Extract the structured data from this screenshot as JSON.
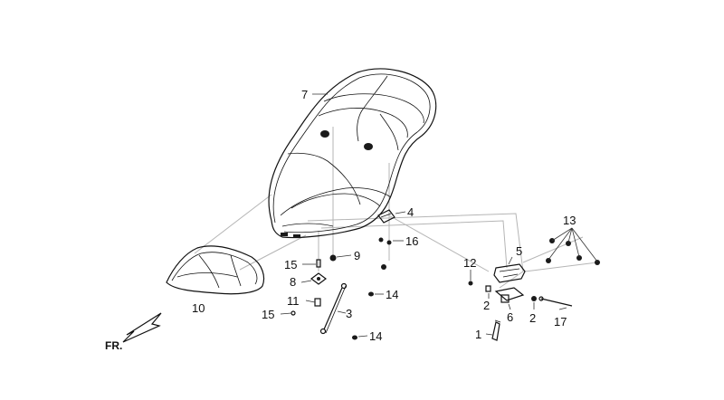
{
  "diagram": {
    "callouts": {
      "c1": "1",
      "c2a": "2",
      "c2b": "2",
      "c3": "3",
      "c4": "4",
      "c5": "5",
      "c6": "6",
      "c7": "7",
      "c8": "8",
      "c9": "9",
      "c10": "10",
      "c11": "11",
      "c12": "12",
      "c13": "13",
      "c14a": "14",
      "c14b": "14",
      "c15a": "15",
      "c15b": "15",
      "c16": "16",
      "c17": "17"
    },
    "direction_label": "FR."
  }
}
